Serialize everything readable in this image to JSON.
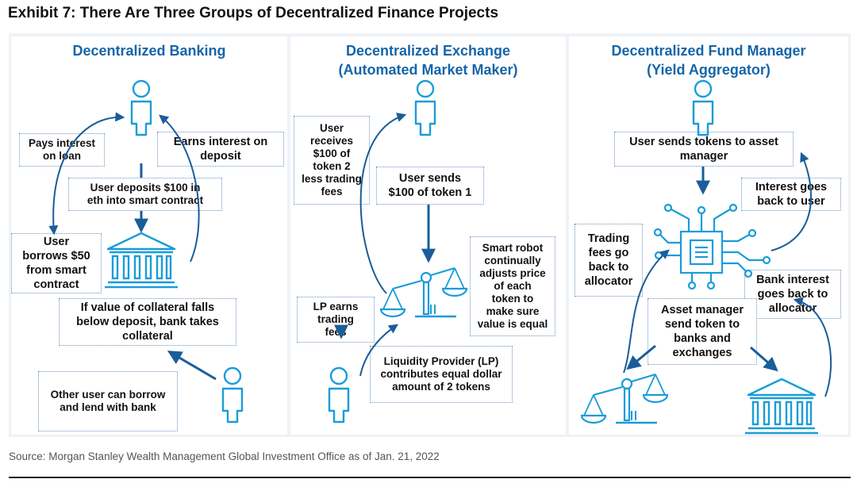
{
  "exhibit_title": "Exhibit 7: There Are Three Groups of Decentralized Finance Projects",
  "source": "Source: Morgan Stanley Wealth Management Global Investment Office as of Jan. 21, 2022",
  "colors": {
    "accent": "#1565a8",
    "arrow": "#1a5d9a",
    "frame": "#eff2f6",
    "box_border": "#6a95c0",
    "icon_stroke": "#1a9cd8"
  },
  "panels": [
    {
      "title_lines": [
        "Decentralized Banking"
      ],
      "boxes": [
        {
          "lines": [
            "Pays interest",
            "on loan"
          ]
        },
        {
          "lines": [
            "Earns interest on",
            "deposit"
          ]
        },
        {
          "lines": [
            "User deposits $100 in",
            "eth into smart contract"
          ]
        },
        {
          "lines": [
            "User",
            "borrows $50",
            "from smart",
            "contract"
          ]
        },
        {
          "lines": [
            "If value of collateral falls",
            "below deposit, bank takes",
            "collateral"
          ]
        },
        {
          "lines": [
            "Other user can borrow",
            "and lend with bank"
          ]
        }
      ]
    },
    {
      "title_lines": [
        "Decentralized Exchange",
        "(Automated Market Maker)"
      ],
      "boxes": [
        {
          "lines": [
            "User",
            "receives",
            "$100 of",
            "token 2",
            "less trading",
            "fees"
          ]
        },
        {
          "lines": [
            "User sends",
            "$100 of token 1"
          ]
        },
        {
          "lines": [
            "Smart robot",
            "continually",
            "adjusts price",
            "of  each",
            "token to",
            "make sure",
            "value is equal"
          ]
        },
        {
          "lines": [
            "LP earns",
            "trading",
            "fees"
          ]
        },
        {
          "lines": [
            "Liquidity Provider (LP)",
            "contributes equal dollar",
            "amount of 2 tokens"
          ]
        }
      ]
    },
    {
      "title_lines": [
        "Decentralized Fund Manager",
        "(Yield Aggregator)"
      ],
      "boxes": [
        {
          "lines": [
            "User sends tokens to asset",
            "manager"
          ]
        },
        {
          "lines": [
            "Interest goes",
            "back to user"
          ]
        },
        {
          "lines": [
            "Trading",
            "fees  go",
            "back to",
            "allocator"
          ]
        },
        {
          "lines": [
            "Bank interest",
            "goes back to",
            "allocator"
          ]
        },
        {
          "lines": [
            "Asset manager",
            "send token to",
            "banks and",
            "exchanges"
          ]
        }
      ]
    }
  ]
}
